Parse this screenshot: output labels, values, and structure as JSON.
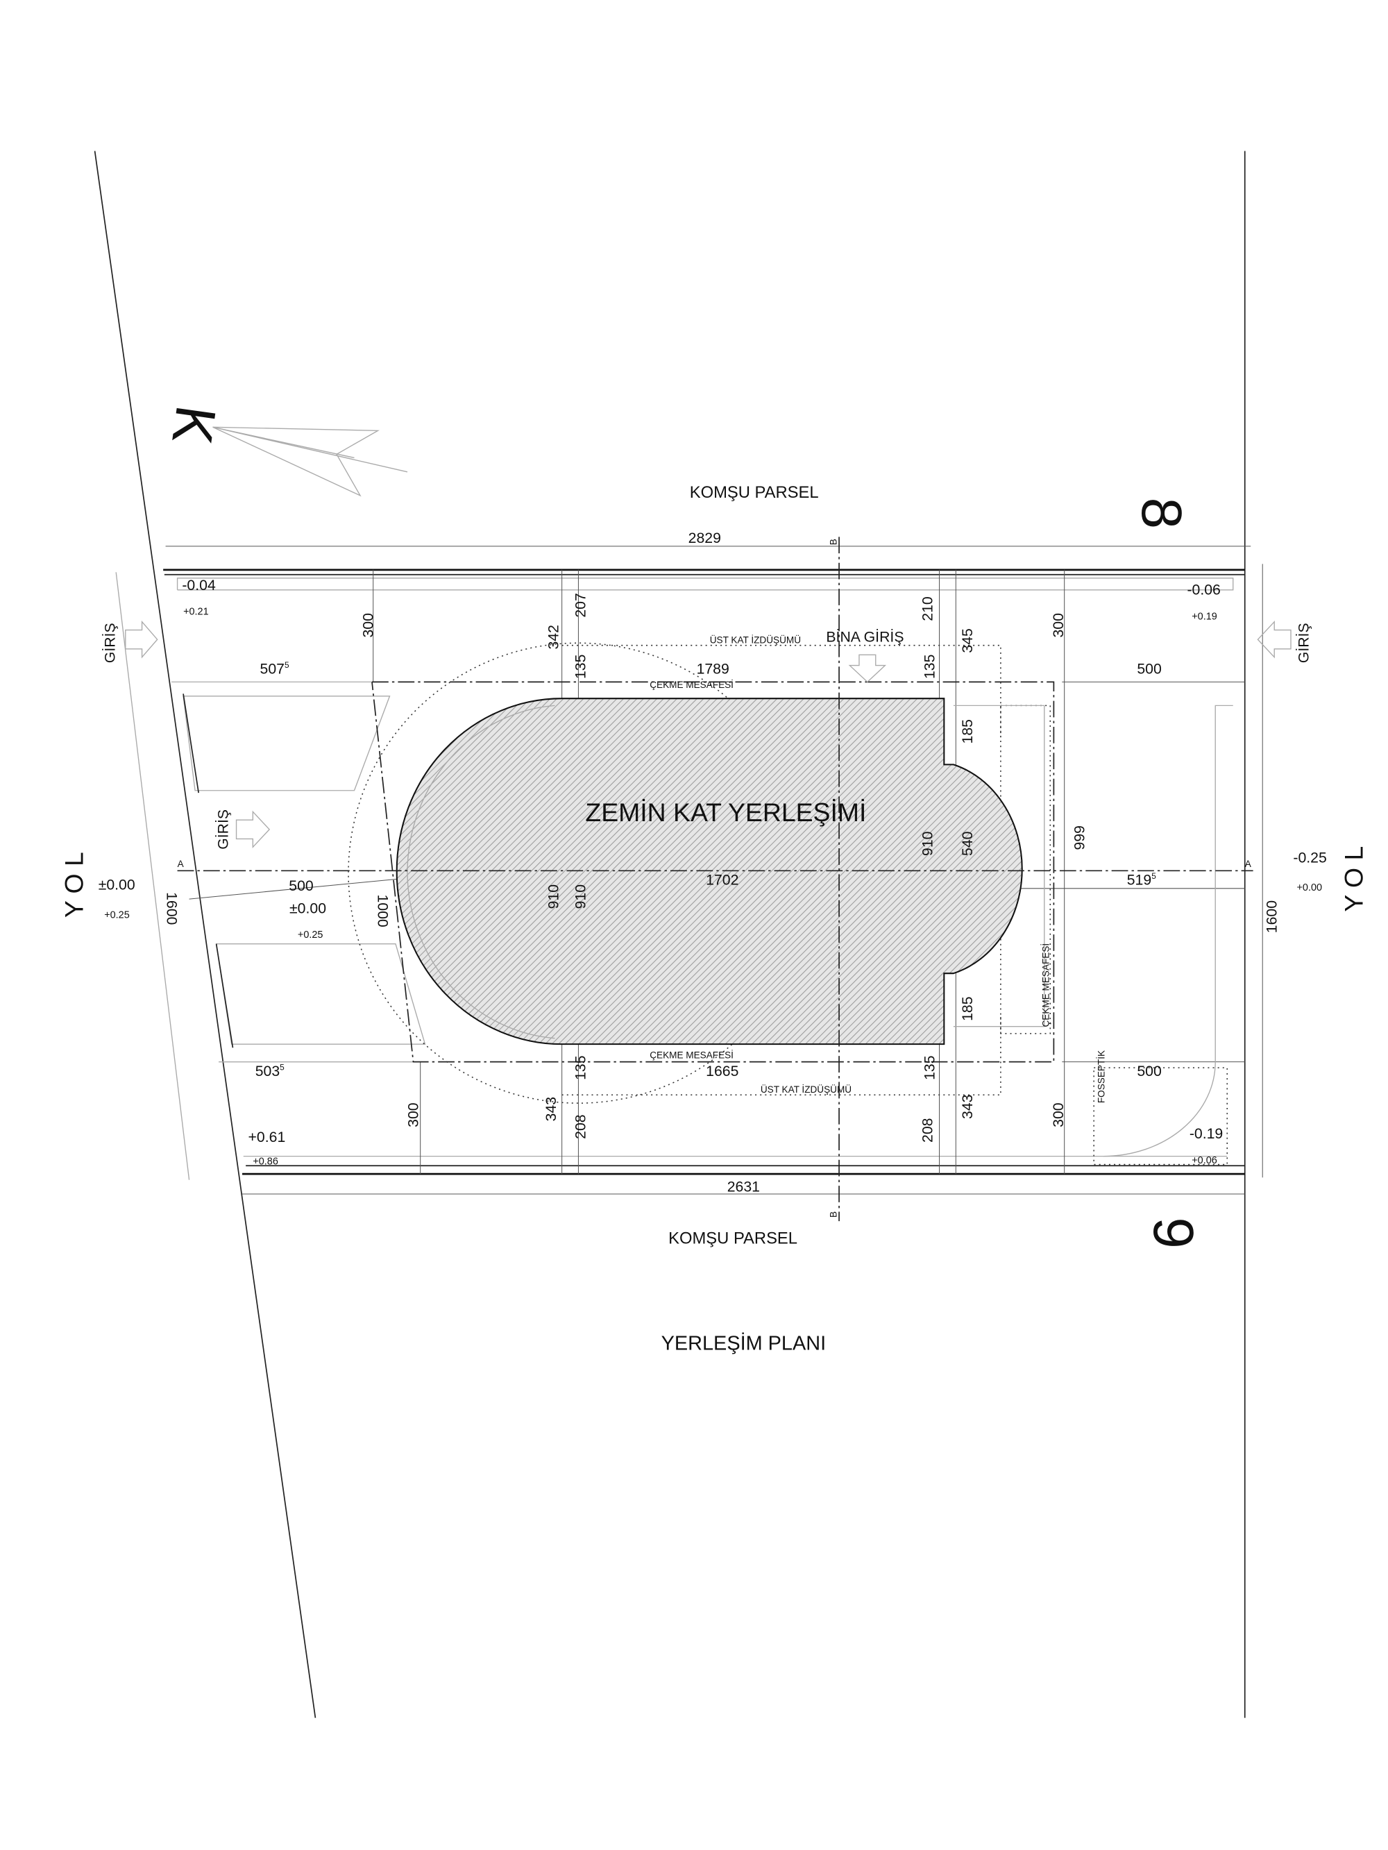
{
  "drawing_title": "YERLEŞİM PLANI",
  "building_label": "ZEMİN KAT YERLEŞİMİ",
  "north_label": "K",
  "neighbors": {
    "top": "KOMŞU PARSEL",
    "bottom": "KOMŞU PARSEL"
  },
  "parcel_numbers": {
    "top": "8",
    "bottom": "9"
  },
  "roads": {
    "left": "Y O L",
    "right": "Y O L"
  },
  "entrances": {
    "left": "GİRİŞ",
    "middle": "GİRİŞ",
    "right": "GİRİŞ",
    "building": "BİNA GİRİŞ"
  },
  "annotations": {
    "upper_floor_top": "ÜST KAT İZDÜŞÜMÜ",
    "upper_floor_bottom": "ÜST KAT İZDÜŞÜMÜ",
    "setback_top": "ÇEKME MESAFESİ",
    "setback_bottom": "ÇEKME MESAFESİ",
    "setback_right": "ÇEKME MESAFESİ",
    "septic": "FOSSEPTİK"
  },
  "section_marks": {
    "a": "A",
    "b": "B"
  },
  "levels": {
    "top_left": {
      "main": "-0.04",
      "sub": "+0.21"
    },
    "top_right": {
      "main": "-0.06",
      "sub": "+0.19"
    },
    "bottom_left": {
      "main": "+0.61",
      "sub": "+0.86"
    },
    "bottom_right": {
      "main": "-0.19",
      "sub": "+0.06"
    },
    "left_road": {
      "main": "±0.00",
      "sub": "+0.25"
    },
    "inner_left": {
      "main": "±0.00",
      "sub": "+0.25"
    },
    "right_road": {
      "main": "-0.25",
      "sub": "+0.00"
    }
  },
  "dimensions": {
    "top_total": "2829",
    "bottom_total": "2631",
    "left_depth": "1600",
    "right_depth": "1600",
    "top_left_setback": "507",
    "top_left_setback_sup": "5",
    "bottom_left_setback": "503",
    "bottom_left_setback_sup": "5",
    "top_building": "1789",
    "bottom_building": "1665",
    "axis_building": "1702",
    "top_right_setback": "500",
    "bottom_right_setback": "500",
    "axis_left": "500",
    "axis_right": "519",
    "axis_right_sup": "5",
    "v300_tl": "300",
    "v342": "342",
    "v207": "207",
    "v135_tl": "135",
    "v210": "210",
    "v135_tr": "135",
    "v345": "345",
    "v300_tr": "300",
    "v185_top": "185",
    "v910_r": "910",
    "v540": "540",
    "v999": "999",
    "v910_l1": "910",
    "v910_l2": "910",
    "v1000": "1000",
    "v185_bot": "185",
    "v135_bl": "135",
    "v135_br": "135",
    "v343_l": "343",
    "v208_l": "208",
    "v300_bl": "300",
    "v208_r": "208",
    "v343_r": "343",
    "v300_br": "300"
  }
}
